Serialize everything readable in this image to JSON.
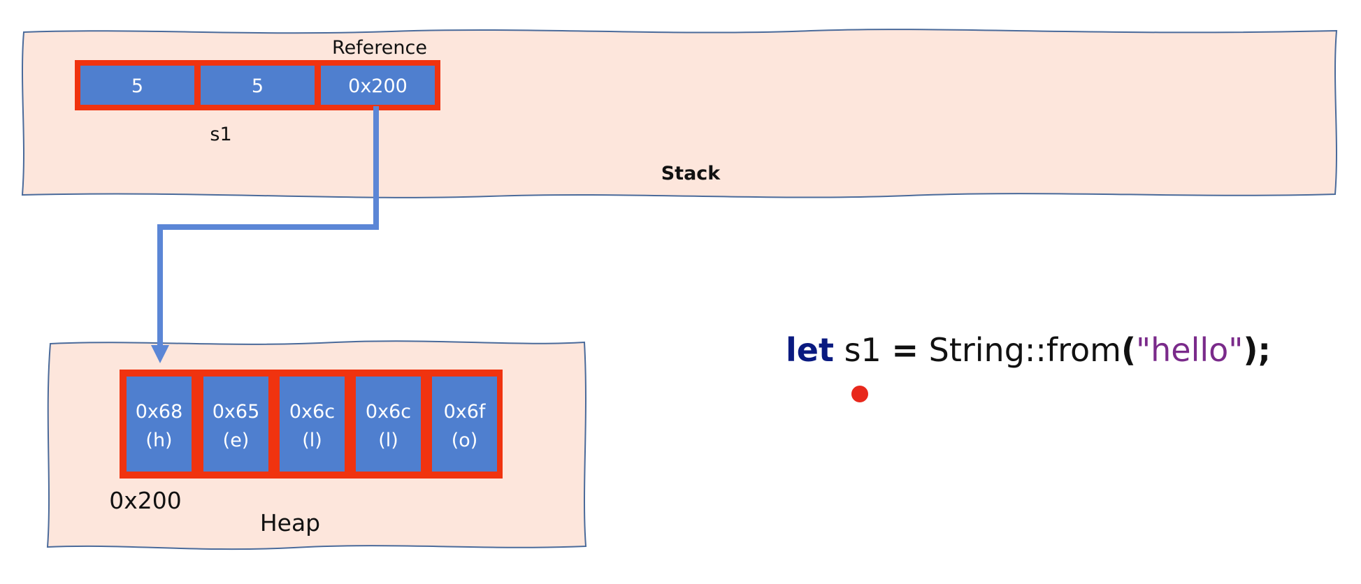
{
  "stack": {
    "title": "Stack",
    "variable_name": "s1",
    "reference_label": "Reference",
    "cells": [
      "5",
      "5",
      "0x200"
    ]
  },
  "heap": {
    "title": "Heap",
    "address_label": "0x200",
    "cells": [
      {
        "hex": "0x68",
        "char": "(h)"
      },
      {
        "hex": "0x65",
        "char": "(e)"
      },
      {
        "hex": "0x6c",
        "char": "(l)"
      },
      {
        "hex": "0x6c",
        "char": "(l)"
      },
      {
        "hex": "0x6f",
        "char": "(o)"
      }
    ]
  },
  "code": {
    "keyword": "let",
    "identifier": " s1 ",
    "equals": "=",
    "type_call": " String::from",
    "open_paren": "(",
    "string_literal": "\"hello\"",
    "close": ");"
  },
  "colors": {
    "region_fill": "#fde6dc",
    "region_stroke": "#4a6a9a",
    "cell_fill": "#4f7fcf",
    "cell_border": "#f0330f",
    "arrow": "#5b86d6",
    "keyword": "#0a1a80",
    "string": "#7a2a8a",
    "cursor": "#e8281c"
  }
}
